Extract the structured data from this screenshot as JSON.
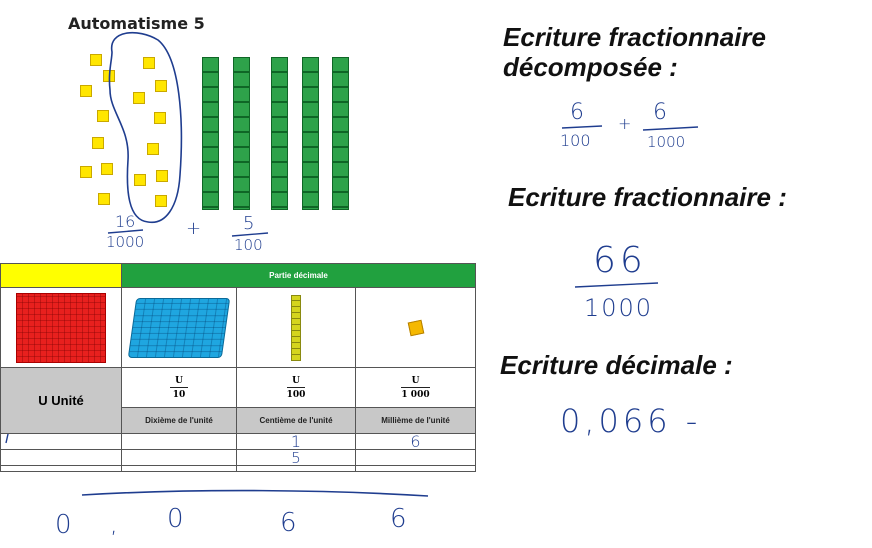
{
  "title": "Automatisme 5",
  "headings": {
    "decomposed": [
      "Ecriture fractionnaire",
      "décomposée :"
    ],
    "fraction": "Ecriture fractionnaire :",
    "decimal": "Ecriture décimale :"
  },
  "handwriting": {
    "under_blocks": {
      "f1_num": "16",
      "f1_den": "1000",
      "plus": "+",
      "f2_num": "5",
      "f2_den": "100"
    },
    "decomposed": {
      "f1_num": "6",
      "f1_den": "100",
      "plus": "+",
      "f2_num": "6",
      "f2_den": "1000"
    },
    "fraction": {
      "num": "66",
      "den": "1000"
    },
    "decimal": "0,066 -",
    "table_row1": {
      "centieme": "1",
      "millieme": "6"
    },
    "table_row2": {
      "centieme": "5"
    },
    "bottom": [
      "0",
      ",",
      "0",
      "6",
      "6"
    ]
  },
  "table": {
    "decimal_part_header": "Partie décimale",
    "unit_label": "U Unité",
    "columns": [
      {
        "num": "U",
        "den": "10",
        "label": "Dixième de l'unité"
      },
      {
        "num": "U",
        "den": "100",
        "label": "Centième de l'unité"
      },
      {
        "num": "U",
        "den": "1 000",
        "label": "Millième de l'unité"
      }
    ]
  },
  "colors": {
    "green": "#21a13f",
    "yellow": "#ffff00",
    "cube_red": "#e8201e",
    "flat_blue": "#1fa6e0",
    "ink_blue": "#1f3d8f"
  }
}
